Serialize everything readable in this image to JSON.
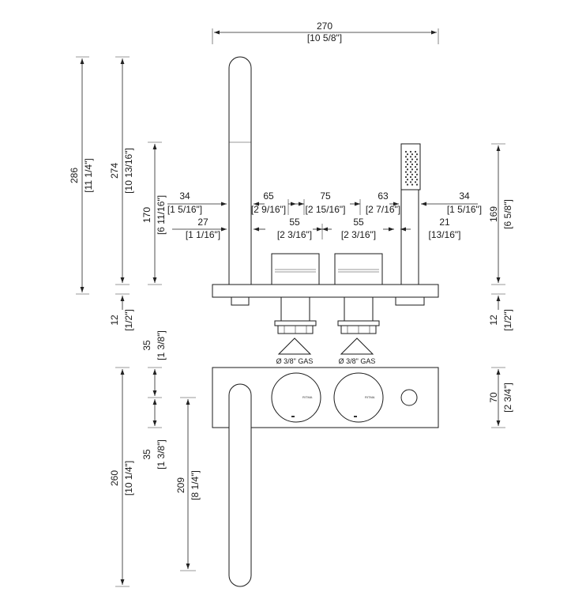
{
  "top": {
    "width": {
      "mm": "270",
      "in": "[10 5/8\"]"
    },
    "row1": [
      {
        "mm": "34",
        "in": "[1 5/16\"]"
      },
      {
        "mm": "65",
        "in": "[2 9/16\"]"
      },
      {
        "mm": "75",
        "in": "[2 15/16\"]"
      },
      {
        "mm": "63",
        "in": "[2 7/16\"]"
      },
      {
        "mm": "34",
        "in": "[1 5/16\"]"
      }
    ],
    "row2": [
      {
        "mm": "27",
        "in": "[1 1/16\"]"
      },
      {
        "mm": "55",
        "in": "[2 3/16\"]"
      },
      {
        "mm": "55",
        "in": "[2 3/16\"]"
      },
      {
        "mm": "21",
        "in": "[13/16\"]"
      }
    ],
    "h286": {
      "mm": "286",
      "in": "[11 1/4\"]"
    },
    "h274": {
      "mm": "274",
      "in": "[10 13/16\"]"
    },
    "h170": {
      "mm": "170",
      "in": "[6 11/16\"]"
    },
    "h169": {
      "mm": "169",
      "in": "[6 5/8\"]"
    },
    "h12_left": {
      "mm": "12",
      "in": "[1/2\"]"
    },
    "h12_right": {
      "mm": "12",
      "in": "[1/2\"]"
    },
    "gas_left": "Ø 3/8\" GAS",
    "gas_right": "Ø 3/8\" GAS"
  },
  "bottom": {
    "h35a": {
      "mm": "35",
      "in": "[1 3/8\"]"
    },
    "h35b": {
      "mm": "35",
      "in": "[1 3/8\"]"
    },
    "h260": {
      "mm": "260",
      "in": "[10 1/4\"]"
    },
    "h209": {
      "mm": "209",
      "in": "[8 1/4\"]"
    },
    "h70": {
      "mm": "70",
      "in": "[2 3/4\"]"
    },
    "knob_brand": "RITMA"
  }
}
